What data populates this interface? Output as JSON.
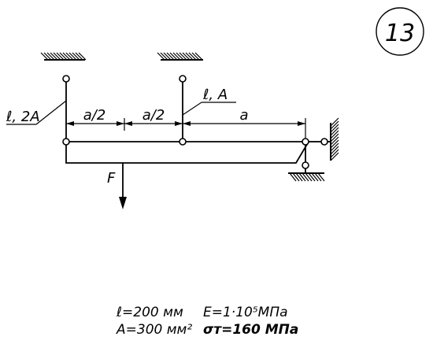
{
  "problem_number": "13",
  "labels": {
    "left_rod": "ℓ, 2A",
    "middle_rod": "ℓ, A",
    "dim_first_half": "a/2",
    "dim_second_half": "a/2",
    "dim_a": "a",
    "force": "F"
  },
  "given": {
    "length": "ℓ=200 мм",
    "area": "A=300 мм²",
    "modulus": "E=1·10⁵МПа",
    "yield_stress": "σт=160 МПа"
  }
}
